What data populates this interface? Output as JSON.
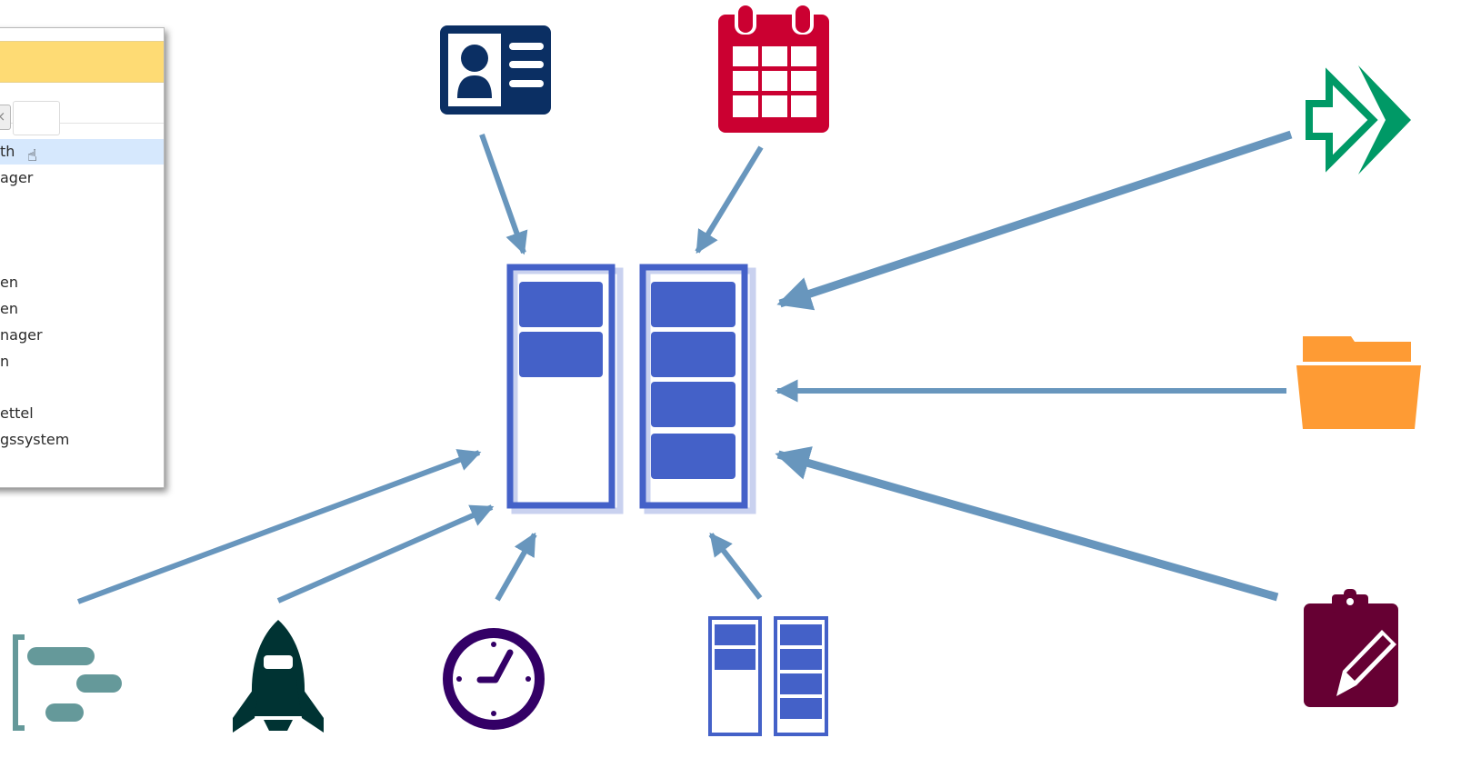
{
  "cropped_window": {
    "rows": [
      "th",
      "ager",
      "en",
      "en",
      "nager",
      "n",
      "ettel",
      "gssystem"
    ]
  },
  "icons": {
    "contact-card-icon": {
      "color": "#0b2f63"
    },
    "calendar-icon": {
      "color": "#cb0031"
    },
    "forward-arrow-icon": {
      "color": "#009966"
    },
    "folder-icon": {
      "color": "#fe9b34"
    },
    "clipboard-edit-icon": {
      "color": "#660033"
    },
    "gantt-icon": {
      "color": "#65999a"
    },
    "rocket-icon": {
      "color": "#003333"
    },
    "clock-icon": {
      "color": "#330066"
    },
    "kanban-small-icon": {
      "color": "#4461c8"
    }
  },
  "colors": {
    "arrow": "#6896bd",
    "board": "#4461c8"
  }
}
